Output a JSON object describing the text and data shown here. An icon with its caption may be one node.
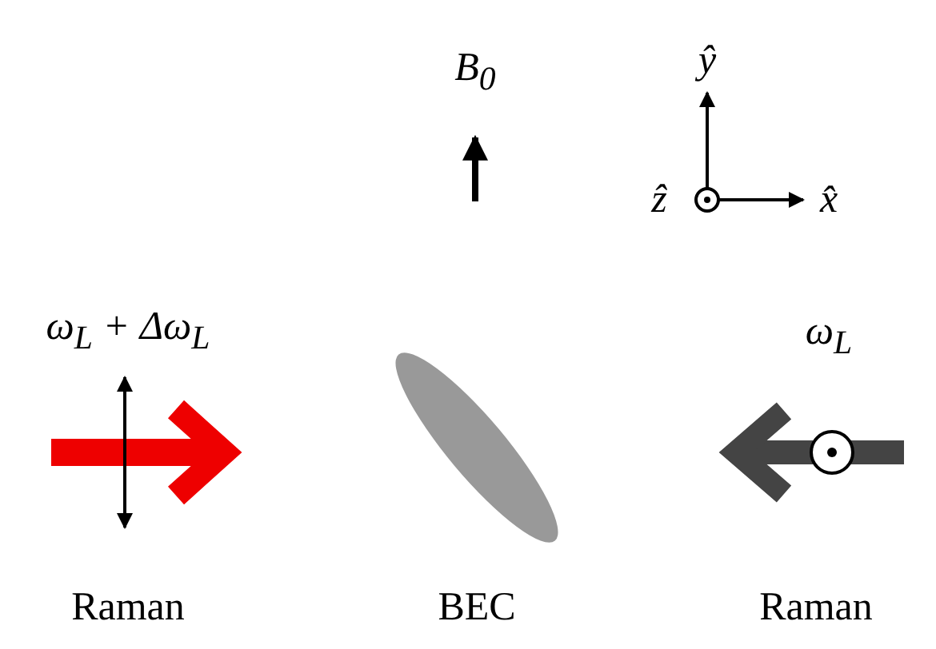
{
  "diagram": {
    "nodes": [
      {
        "text": [],
        "shape": "ellipse",
        "beside": [
          "BEC"
        ]
      }
    ],
    "labels": [
      "B$_{0}$",
      "ŷ",
      "ẑ",
      "x̂",
      "ω$_{L}$ + Δω$_{L}$",
      "ω$_{L}$",
      "Raman",
      "Raman"
    ]
  }
}
